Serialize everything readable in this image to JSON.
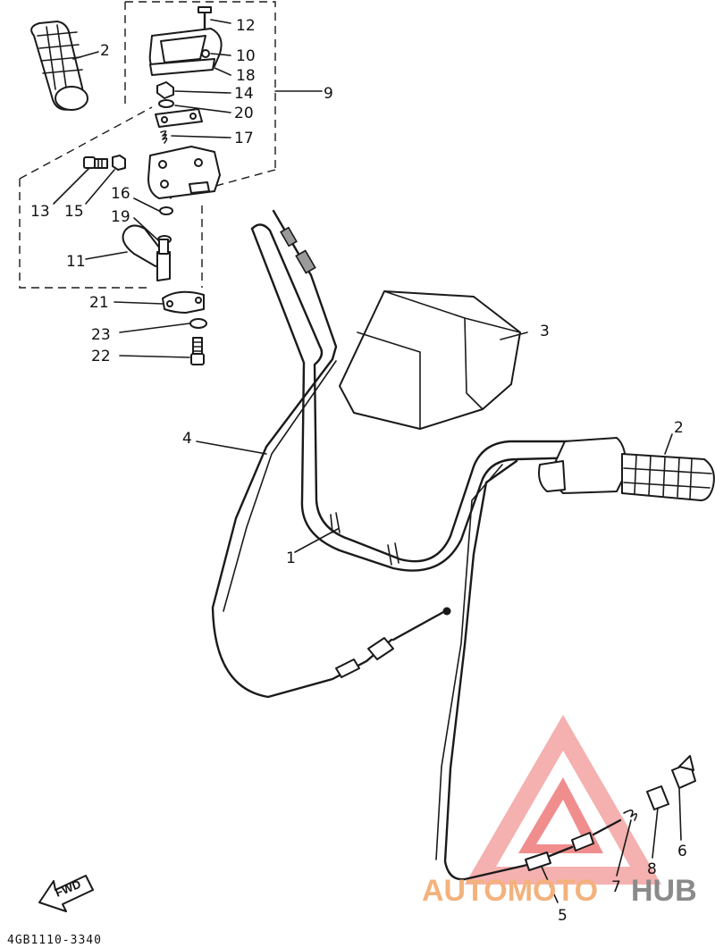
{
  "diagram_code": "4GB1110-3340",
  "direction_label": "FWD",
  "watermark": {
    "part1": "AUTOMOTO",
    "part2": "HUB",
    "color_logo": "#e85c5c",
    "color_text1": "#f3b27c",
    "color_text2": "#8a8a8a"
  },
  "callouts": [
    {
      "id": "c1",
      "text": "1",
      "part": "handlebar"
    },
    {
      "id": "c2a",
      "text": "2",
      "part": "grip-left"
    },
    {
      "id": "c2b",
      "text": "2",
      "part": "grip-right"
    },
    {
      "id": "c3",
      "text": "3",
      "part": "handlebar-cover"
    },
    {
      "id": "c4",
      "text": "4",
      "part": "throttle-cable"
    },
    {
      "id": "c5",
      "text": "5",
      "part": "brake-cable"
    },
    {
      "id": "c6",
      "text": "6",
      "part": "wing-nut"
    },
    {
      "id": "c7",
      "text": "7",
      "part": "spring"
    },
    {
      "id": "c8",
      "text": "8",
      "part": "cable-joint"
    },
    {
      "id": "c9",
      "text": "9",
      "part": "throttle-assembly"
    },
    {
      "id": "c10",
      "text": "10",
      "part": "housing-cover"
    },
    {
      "id": "c11",
      "text": "11",
      "part": "throttle-lever"
    },
    {
      "id": "c12",
      "text": "12",
      "part": "cover-screw"
    },
    {
      "id": "c13",
      "text": "13",
      "part": "adjuster-bolt"
    },
    {
      "id": "c14",
      "text": "14",
      "part": "nut"
    },
    {
      "id": "c15",
      "text": "15",
      "part": "locknut"
    },
    {
      "id": "c16",
      "text": "16",
      "part": "washer"
    },
    {
      "id": "c17",
      "text": "17",
      "part": "spring"
    },
    {
      "id": "c18",
      "text": "18",
      "part": "gasket"
    },
    {
      "id": "c19",
      "text": "19",
      "part": "washer"
    },
    {
      "id": "c20",
      "text": "20",
      "part": "plate"
    },
    {
      "id": "c21",
      "text": "21",
      "part": "clamp"
    },
    {
      "id": "c22",
      "text": "22",
      "part": "bolt"
    },
    {
      "id": "c23",
      "text": "23",
      "part": "washer"
    }
  ]
}
